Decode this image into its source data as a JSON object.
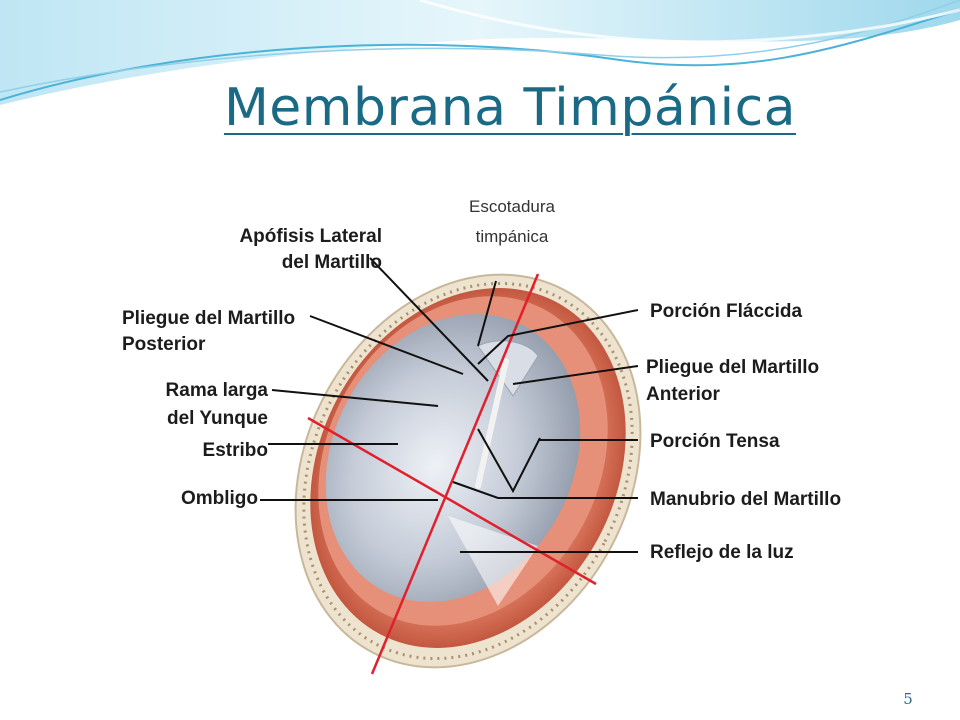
{
  "slide": {
    "title": "Membrana Timpánica",
    "page_number": "5"
  },
  "diagram": {
    "labels": {
      "escotadura_1": "Escotadura",
      "escotadura_2": "timpánica",
      "apofisis_1": "Apófisis Lateral",
      "apofisis_2": "del Martillo",
      "pliegue_post_1": "Pliegue del Martillo",
      "pliegue_post_2": "Posterior",
      "rama_1": "Rama larga",
      "rama_2": "del Yunque",
      "estribo": "Estribo",
      "ombligo": "Ombligo",
      "flaccida": "Porción Fláccida",
      "pliegue_ant_1": "Pliegue del Martillo",
      "pliegue_ant_2": "Anterior",
      "tensa": "Porción Tensa",
      "manubrio": "Manubrio del Martillo",
      "reflejo": "Reflejo de la luz"
    }
  },
  "colors": {
    "title": "#1a6a86",
    "quadrant_lines": "#e0202c",
    "leader_lines": "#111111",
    "membrane": "#b9c2cf",
    "annulus": "#c0452f"
  }
}
